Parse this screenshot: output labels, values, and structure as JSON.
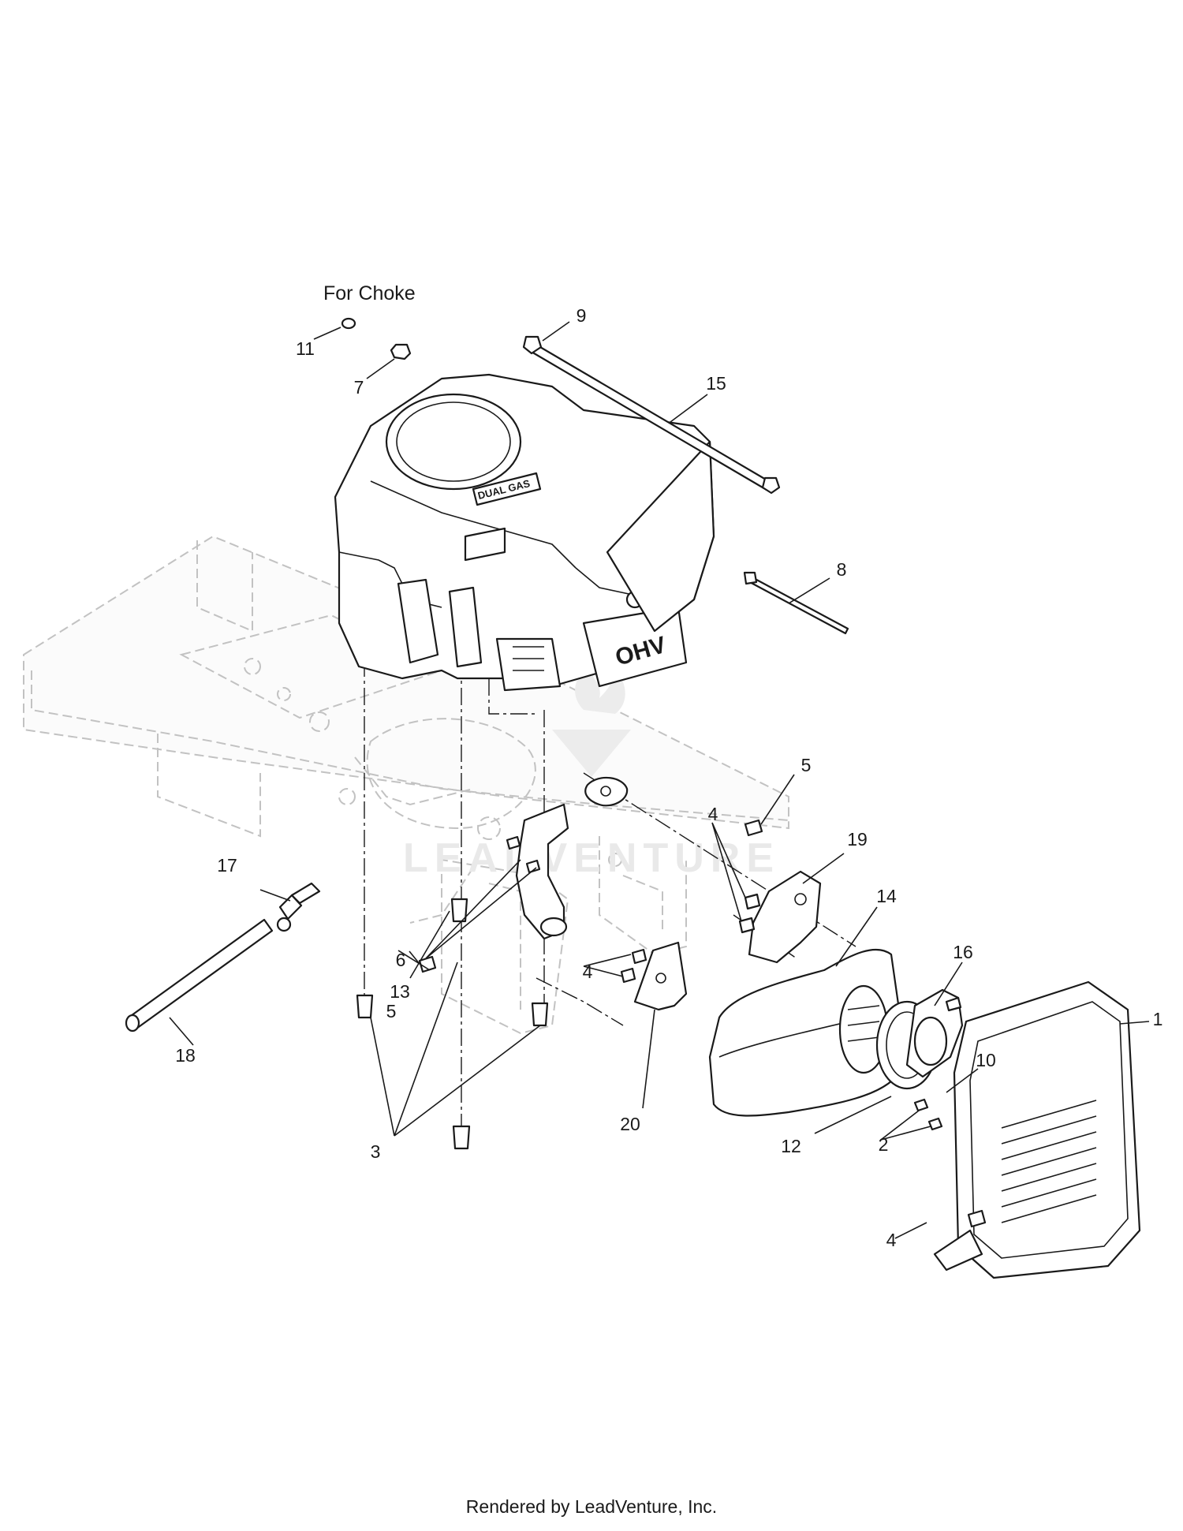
{
  "diagram": {
    "note": "For Choke",
    "watermark": "LEADVENTURE",
    "engine_emboss_top": "DUAL GAS",
    "engine_emboss_side": "OHV",
    "callouts": [
      {
        "id": "c1",
        "label": "1"
      },
      {
        "id": "c2",
        "label": "2"
      },
      {
        "id": "c3",
        "label": "3"
      },
      {
        "id": "c4a",
        "label": "4"
      },
      {
        "id": "c4b",
        "label": "4"
      },
      {
        "id": "c4c",
        "label": "4"
      },
      {
        "id": "c5a",
        "label": "5"
      },
      {
        "id": "c5b",
        "label": "5"
      },
      {
        "id": "c6",
        "label": "6"
      },
      {
        "id": "c7",
        "label": "7"
      },
      {
        "id": "c8",
        "label": "8"
      },
      {
        "id": "c9",
        "label": "9"
      },
      {
        "id": "c10",
        "label": "10"
      },
      {
        "id": "c11",
        "label": "11"
      },
      {
        "id": "c12",
        "label": "12"
      },
      {
        "id": "c13",
        "label": "13"
      },
      {
        "id": "c14",
        "label": "14"
      },
      {
        "id": "c15",
        "label": "15"
      },
      {
        "id": "c16",
        "label": "16"
      },
      {
        "id": "c17",
        "label": "17"
      },
      {
        "id": "c18",
        "label": "18"
      },
      {
        "id": "c19",
        "label": "19"
      },
      {
        "id": "c20",
        "label": "20"
      }
    ]
  },
  "footer": {
    "text": "Rendered by LeadVenture, Inc."
  }
}
